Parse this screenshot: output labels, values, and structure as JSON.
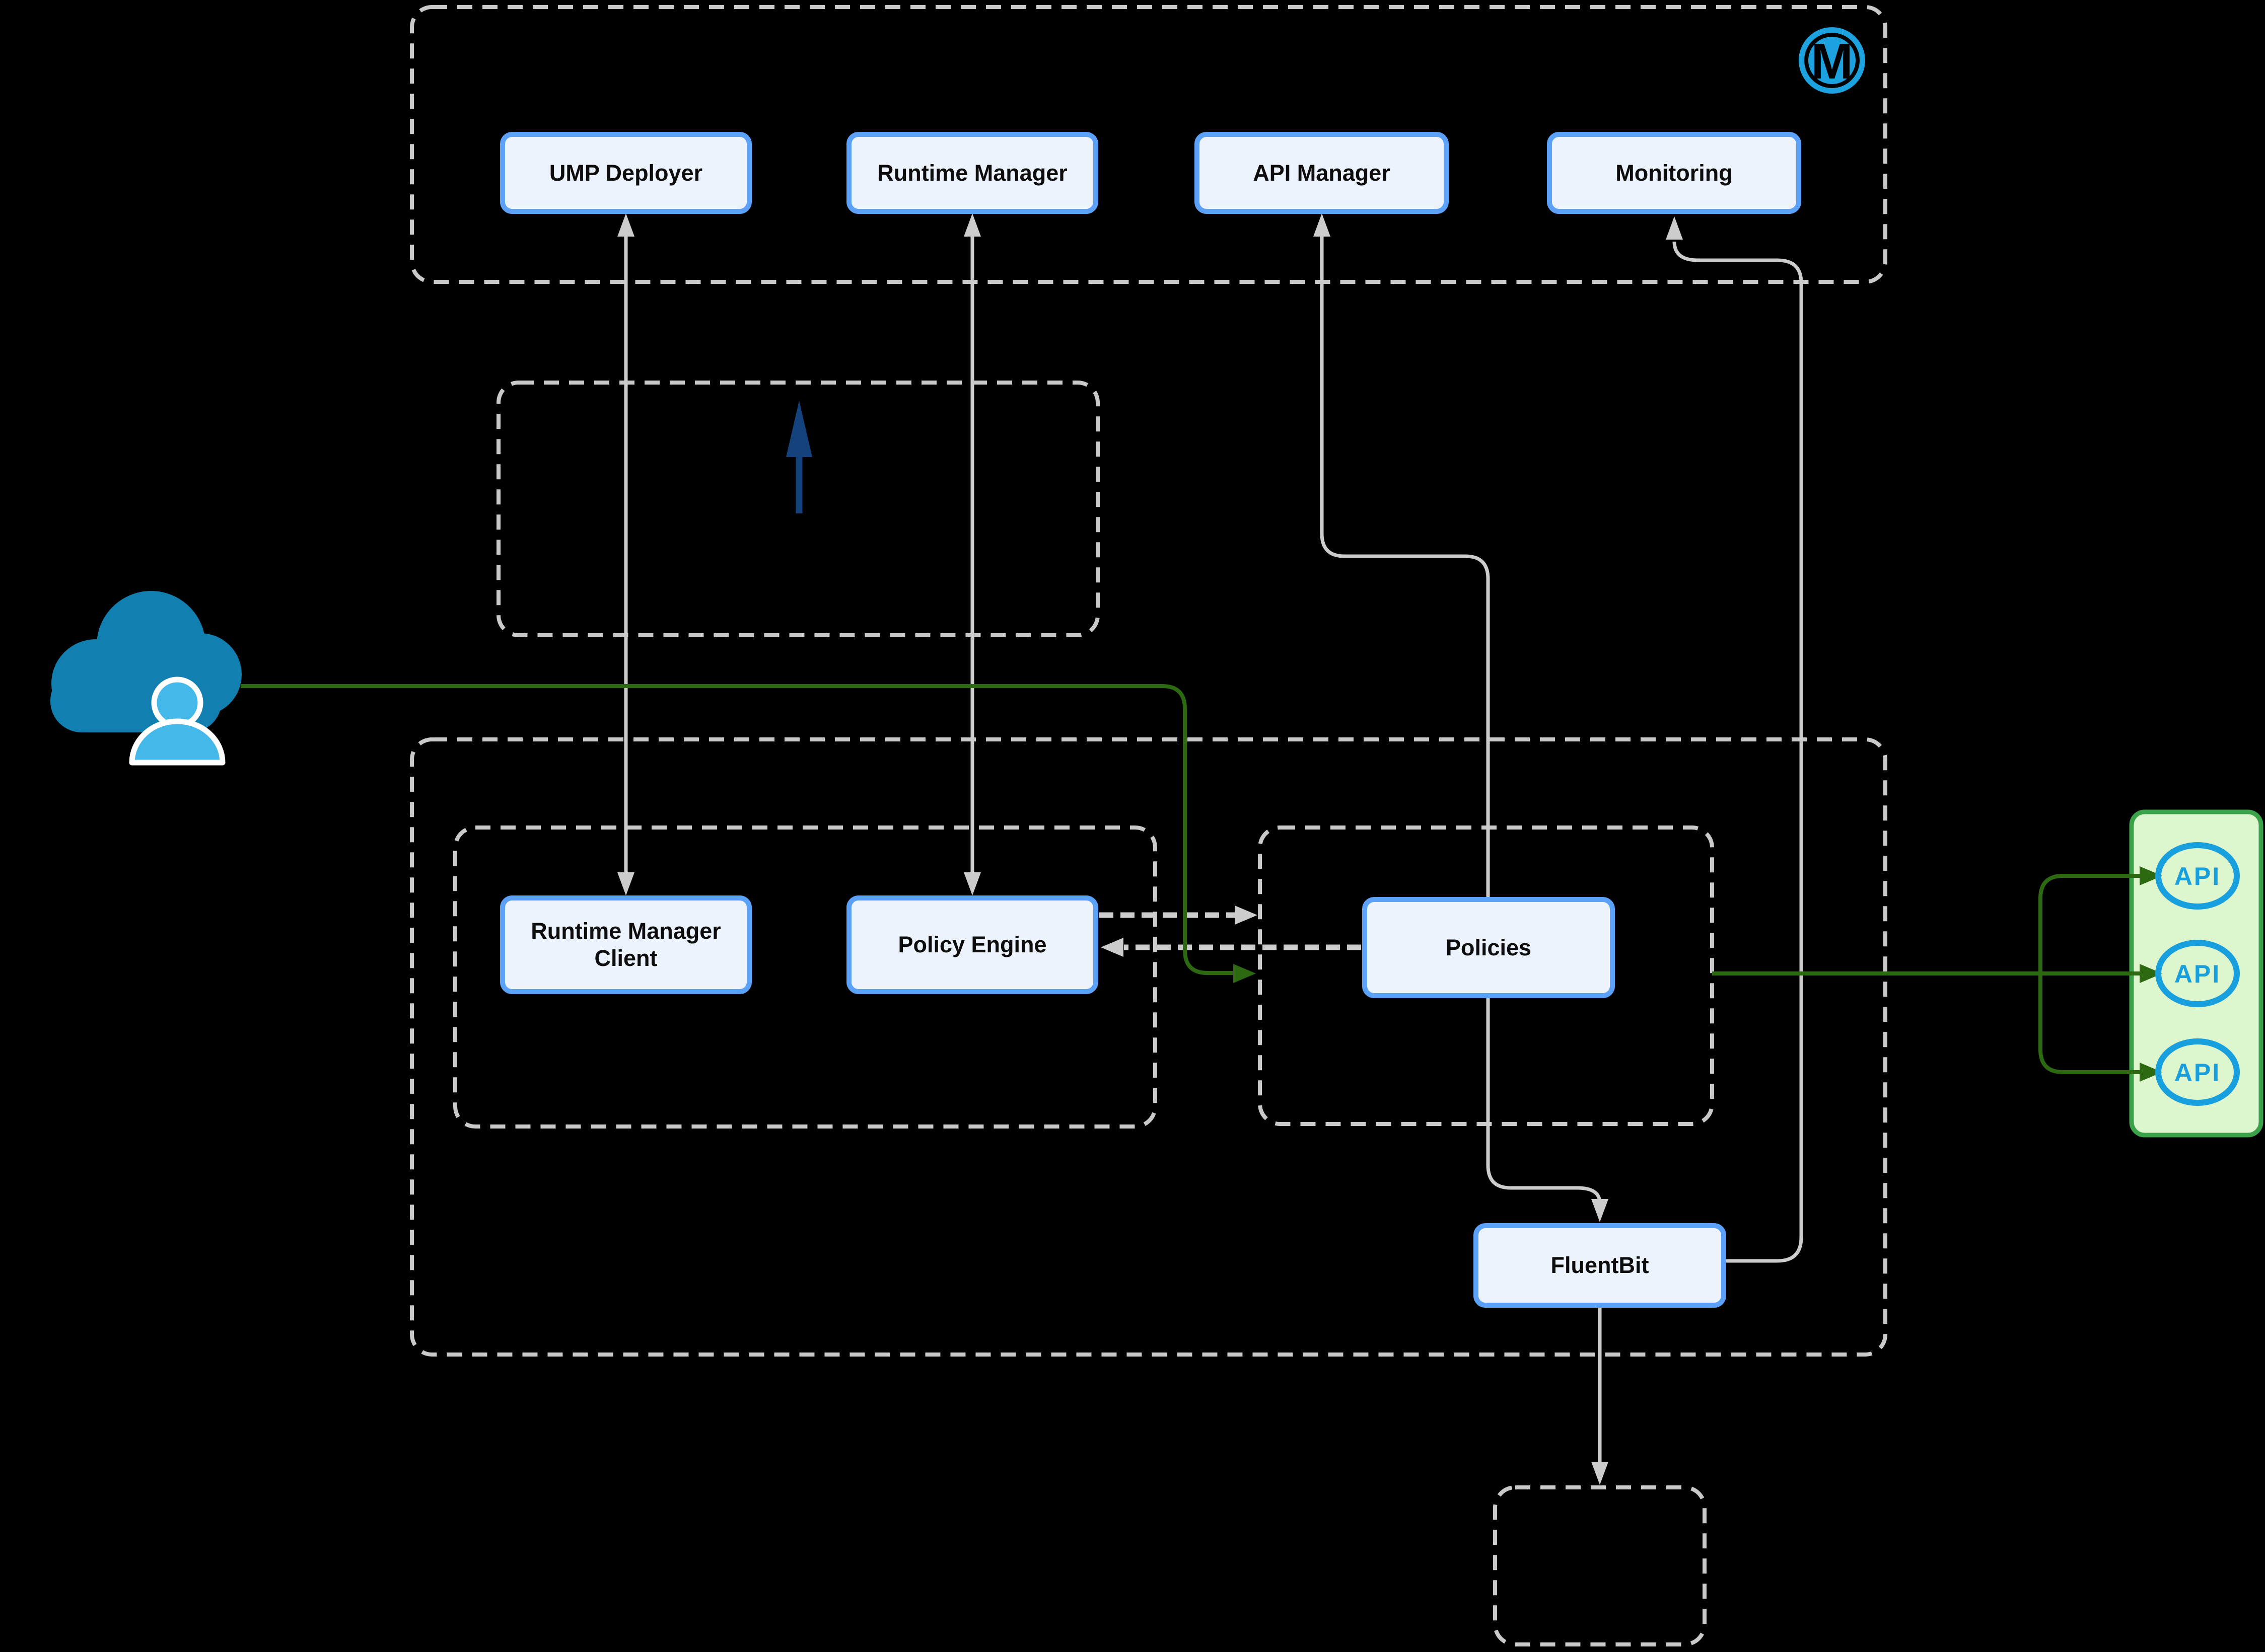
{
  "diagram": {
    "logo": {
      "icon": "mulesoft-logo",
      "letter": "M"
    },
    "actor": {
      "icon": "cloud-user-icon"
    },
    "nodes": {
      "ump_deployer": {
        "label": "UMP Deployer"
      },
      "runtime_manager": {
        "label": "Runtime Manager"
      },
      "api_manager": {
        "label": "API Manager"
      },
      "monitoring": {
        "label": "Monitoring"
      },
      "runtime_manager_client": {
        "line1": "Runtime Manager",
        "line2": "Client"
      },
      "policy_engine": {
        "label": "Policy Engine"
      },
      "policies": {
        "label": "Policies"
      },
      "fluentbit": {
        "label": "FluentBit"
      }
    },
    "api_endpoints": [
      {
        "label": "API"
      },
      {
        "label": "API"
      },
      {
        "label": "API"
      }
    ],
    "colors": {
      "background": "#000000",
      "node_border": "#5BA1F8",
      "node_fill": "#EDF3FD",
      "node_text": "#0D0D0D",
      "container_dash": "#C9C9C9",
      "connector_gray": "#CCCCCC",
      "green_flow": "#2D6910",
      "green_box_border": "#3AA249",
      "green_box_fill": "#DDF6CE",
      "api_cyan": "#189FDD",
      "navy_arrow": "#14427C",
      "cloud_blue": "#1180B0",
      "person_blue": "#44B8E8",
      "logo_cyan": "#1CA3DF"
    }
  }
}
